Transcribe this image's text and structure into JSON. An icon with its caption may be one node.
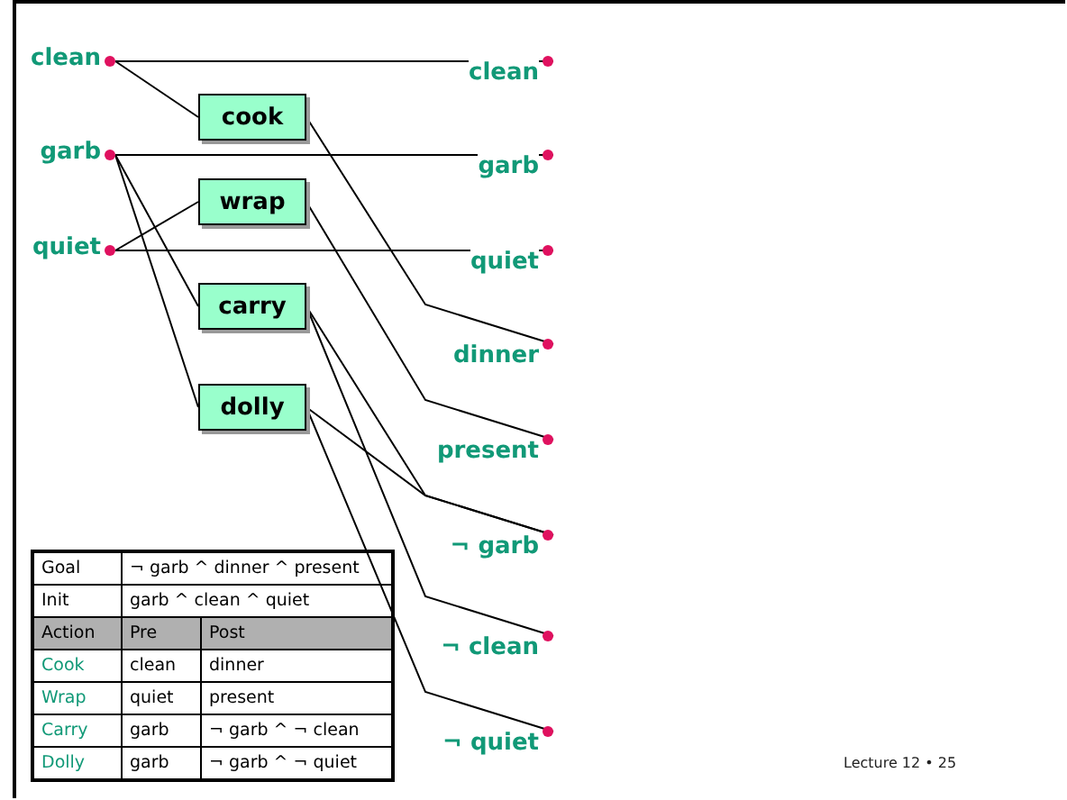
{
  "diagram": {
    "nodes": [
      {
        "text": [
          "clean"
        ]
      },
      {
        "text": [
          "garb"
        ]
      },
      {
        "text": [
          "quiet"
        ]
      },
      {
        "text": [
          "cook"
        ]
      },
      {
        "text": [
          "wrap"
        ]
      },
      {
        "text": [
          "carry"
        ]
      },
      {
        "text": [
          "dolly"
        ]
      },
      {
        "text": [
          "clean"
        ]
      },
      {
        "text": [
          "garb"
        ]
      },
      {
        "text": [
          "quiet"
        ]
      },
      {
        "text": [
          "dinner"
        ]
      },
      {
        "text": [
          "present"
        ]
      },
      {
        "text": [
          "¬ garb"
        ]
      },
      {
        "text": [
          "¬ clean"
        ]
      },
      {
        "text": [
          "¬ quiet"
        ]
      }
    ],
    "edges": [
      {
        "from": 0,
        "to": 7,
        "arrow": "none"
      },
      {
        "from": 0,
        "to": 3,
        "arrow": "none"
      },
      {
        "from": 1,
        "to": 8,
        "arrow": "none"
      },
      {
        "from": 1,
        "to": 5,
        "arrow": "none"
      },
      {
        "from": 1,
        "to": 6,
        "arrow": "none"
      },
      {
        "from": 2,
        "to": 9,
        "arrow": "none"
      },
      {
        "from": 2,
        "to": 4,
        "arrow": "none"
      },
      {
        "from": 3,
        "to": 10,
        "arrow": "none"
      },
      {
        "from": 4,
        "to": 11,
        "arrow": "none"
      },
      {
        "from": 5,
        "to": 12,
        "arrow": "none"
      },
      {
        "from": 5,
        "to": 13,
        "arrow": "none"
      },
      {
        "from": 6,
        "to": 12,
        "arrow": "none"
      },
      {
        "from": 6,
        "to": 14,
        "arrow": "none"
      }
    ],
    "labels": [
      "Goal",
      "¬ garb ^ dinner ^ present",
      "Init",
      "garb ^ clean ^ quiet",
      "Action",
      "Pre",
      "Post",
      "Cook",
      "clean",
      "dinner",
      "Wrap",
      "quiet",
      "present",
      "Carry",
      "garb",
      "¬ garb ^ ¬ clean",
      "Dolly",
      "garb",
      "¬ garb ^ ¬  quiet",
      "Lecture 12 • 25"
    ]
  }
}
